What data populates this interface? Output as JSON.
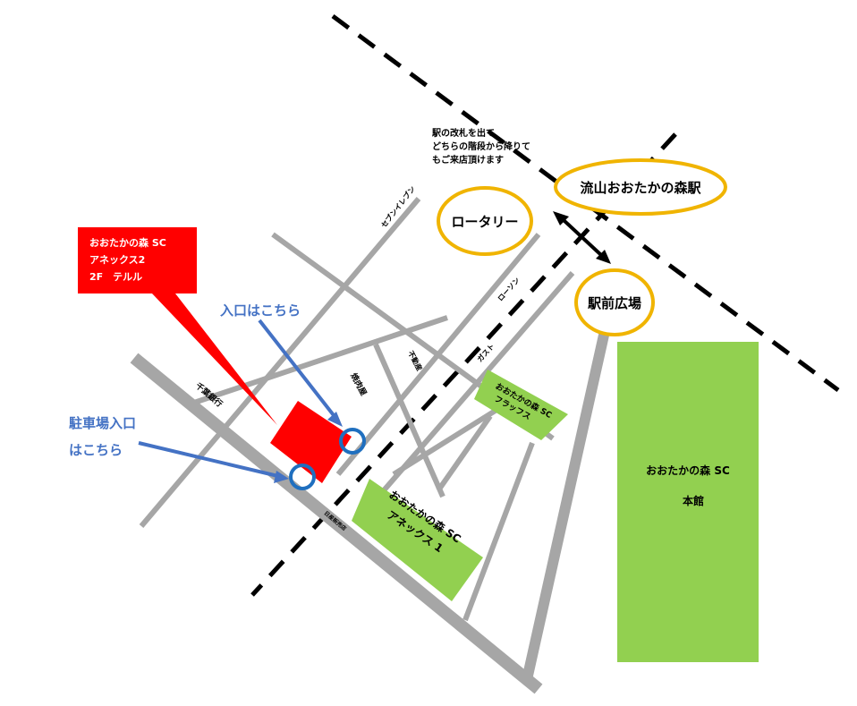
{
  "colors": {
    "road": "#a6a6a6",
    "rail": "#000000",
    "building": "#92d050",
    "target": "#ff0000",
    "callout": "#4472c4",
    "station_ring": "#f0b400",
    "label": "#000000",
    "callout_text": "#ffffff"
  },
  "station": {
    "name": "流山おおたかの森駅"
  },
  "rotary": {
    "label": "ロータリー"
  },
  "plaza": {
    "label": "駅前広場"
  },
  "station_note": {
    "line1": "駅の改札を出て",
    "line2": "どちらの階段から降りて",
    "line3": "もご来店頂けます"
  },
  "target_callout": {
    "line1": "おおたかの森 SC",
    "line2": "アネックス2",
    "line3": "2F　テルル"
  },
  "entrance": {
    "label": "入口はこちら"
  },
  "parking_entrance": {
    "line1": "駐車場入口",
    "line2": "はこちら"
  },
  "buildings": {
    "main": {
      "line1": "おおたかの森 SC",
      "line2": "本館"
    },
    "annex1": {
      "line1": "おおたかの森 SC",
      "line2": "アネックス 1"
    },
    "flaps": {
      "line1": "おおたかの森 SC",
      "line2": "フラッフス"
    }
  },
  "landmarks": {
    "seven": "セブンイレブン",
    "lawson": "ローソン",
    "gusto": "ガスト",
    "fudosan": "不動産",
    "yakiniku": "焼肉屋",
    "chiba_bank": "千葉銀行",
    "car_dealer": "日産販売店"
  }
}
